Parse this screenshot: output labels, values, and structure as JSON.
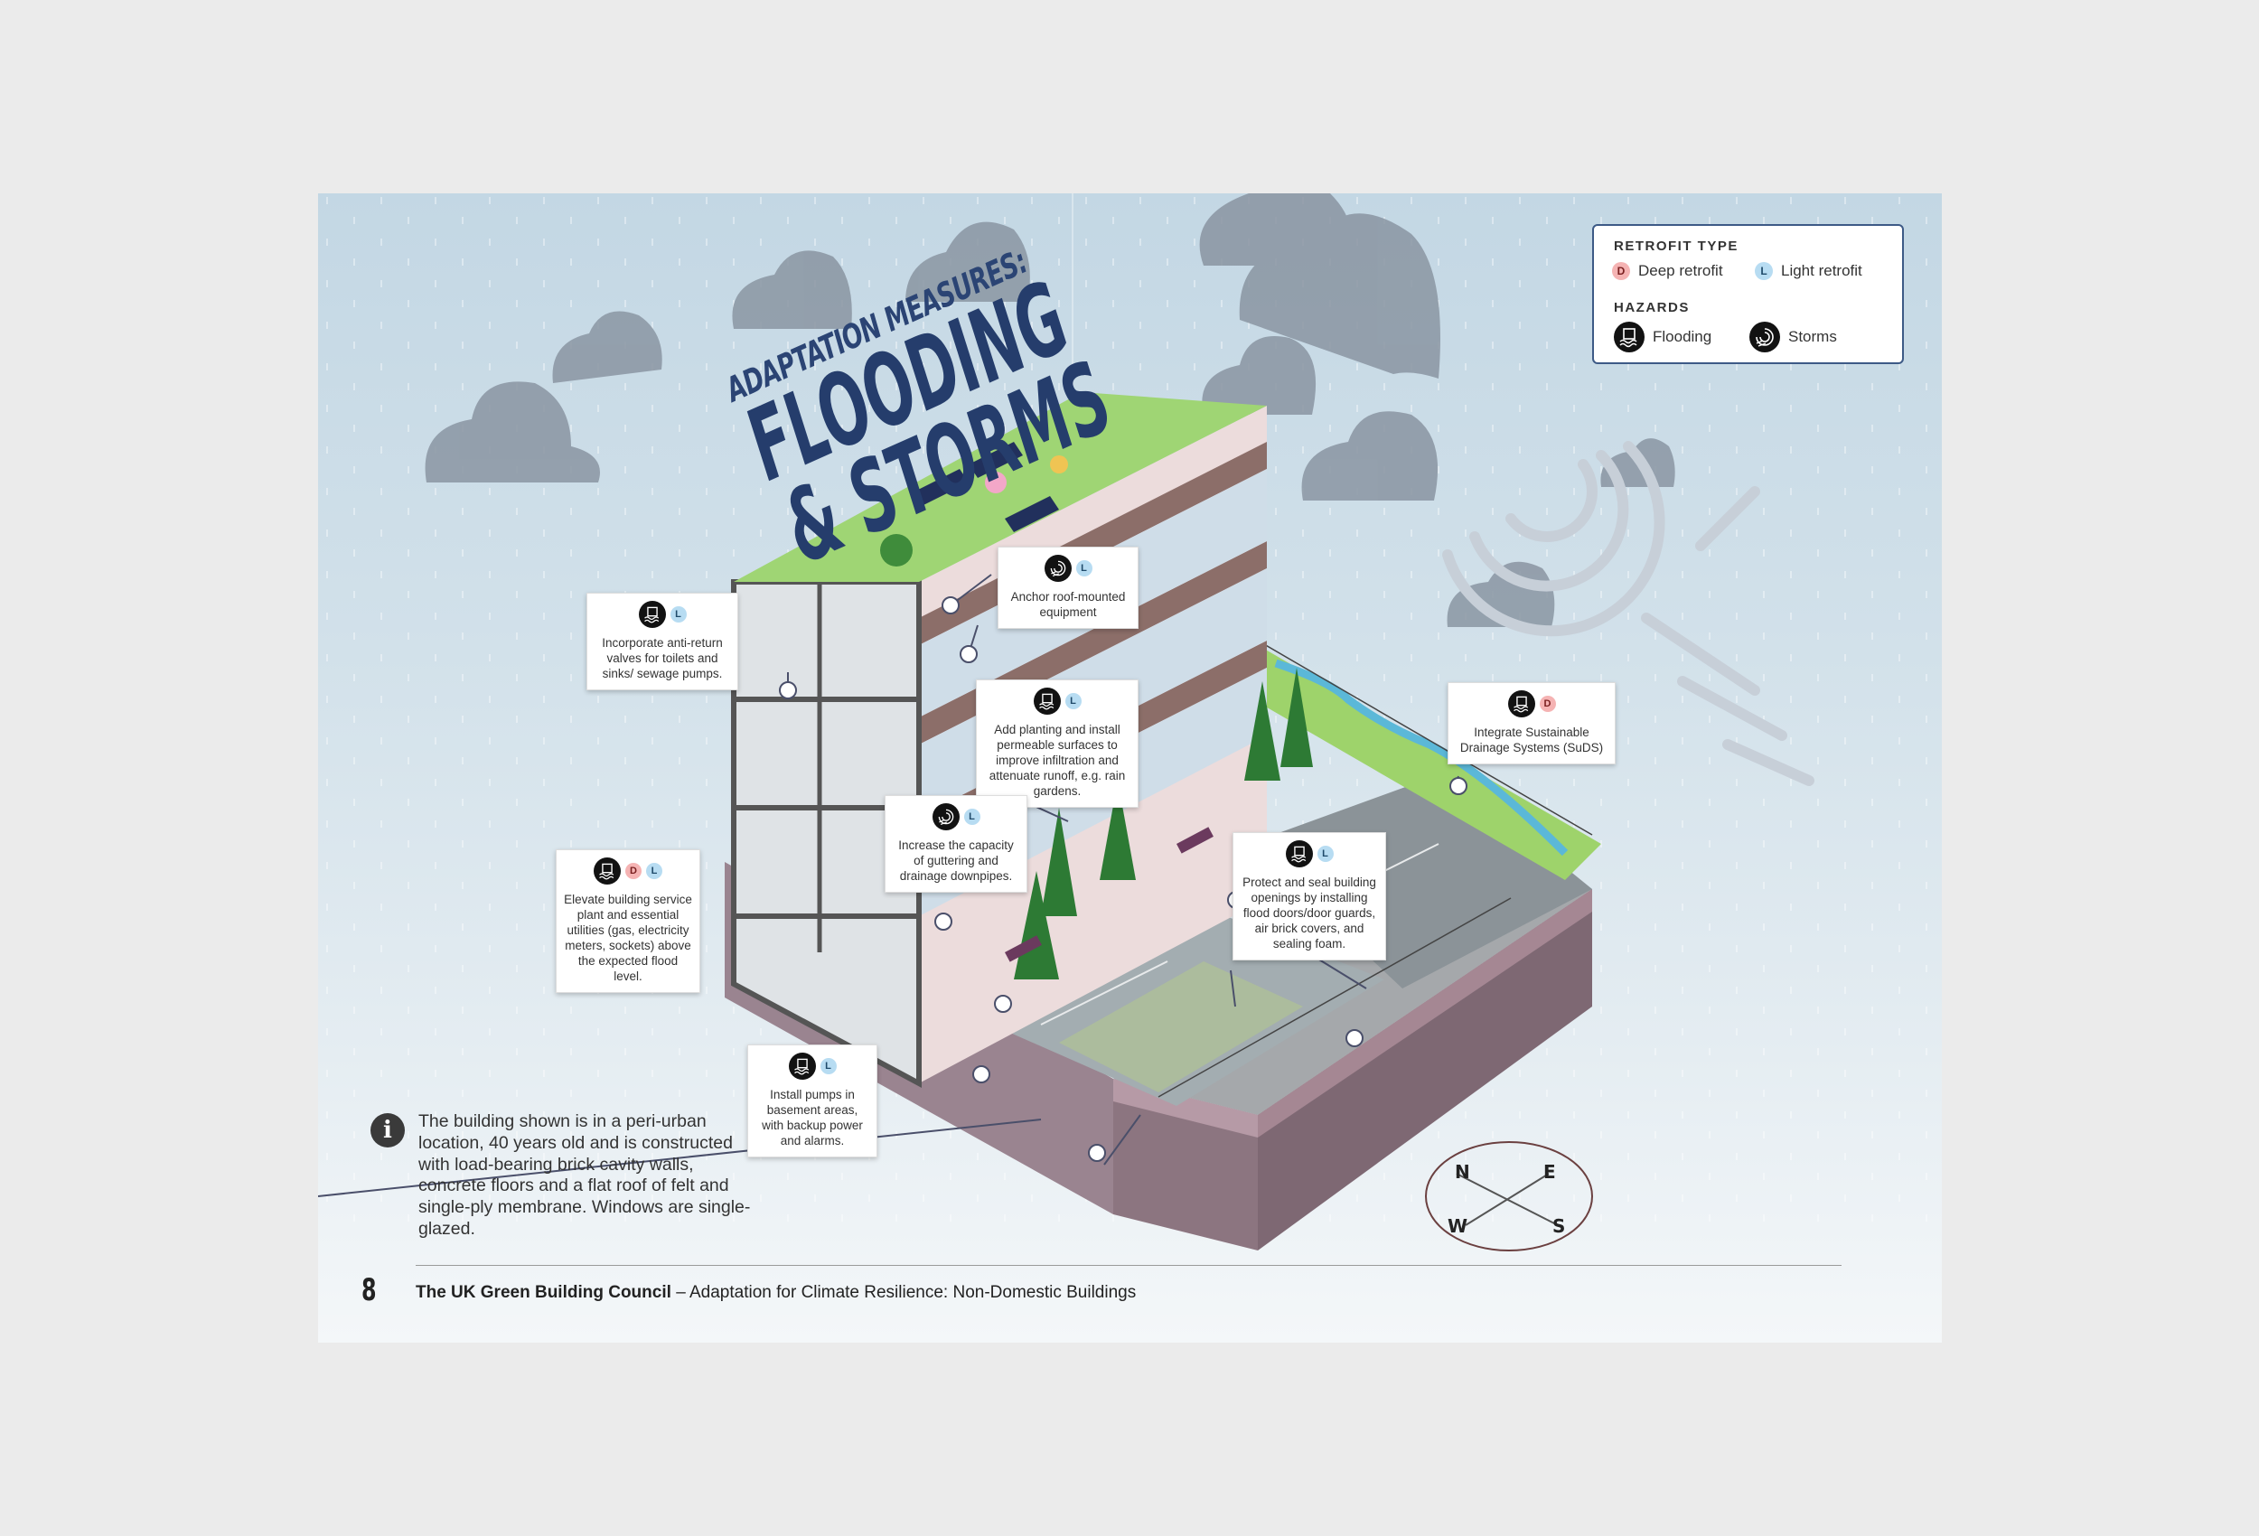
{
  "title": {
    "small": "ADAPTATION MEASURES:",
    "line1": "FLOODING",
    "line2": "& STORMS"
  },
  "legend": {
    "retrofit_heading": "RETROFIT TYPE",
    "deep_badge": "D",
    "deep_label": "Deep retrofit",
    "light_badge": "L",
    "light_label": "Light retrofit",
    "hazards_heading": "HAZARDS",
    "flooding_icon": "flooding-icon",
    "flooding_label": "Flooding",
    "storms_icon": "storms-icon",
    "storms_label": "Storms"
  },
  "callouts": {
    "anti_return": {
      "badge1": "L",
      "text": "Incorporate anti-return valves for toilets and sinks/ sewage pumps."
    },
    "anchor": {
      "badge1": "L",
      "text": "Anchor roof-mounted equipment"
    },
    "planting": {
      "badge1": "L",
      "text": "Add planting and install permeable surfaces to improve infiltration and attenuate runoff, e.g. rain gardens."
    },
    "guttering": {
      "badge1": "L",
      "text": "Increase the capacity of guttering and drainage downpipes."
    },
    "elevate": {
      "badge1": "D",
      "badge2": "L",
      "text": "Elevate building service plant and essential utilities (gas, electricity meters, sockets) above the expected flood level."
    },
    "pumps": {
      "badge1": "L",
      "text": "Install pumps in basement areas, with backup power and alarms."
    },
    "protect": {
      "badge1": "L",
      "text": "Protect and seal building openings by installing flood doors/door guards, air brick covers, and sealing foam."
    },
    "suds": {
      "badge1": "D",
      "text": "Integrate Sustainable Drainage Systems (SuDS)"
    }
  },
  "info": {
    "icon": "i",
    "text": "The building shown is in a peri-urban location, 40 years old and is constructed with load-bearing brick cavity walls, concrete floors and a flat roof of felt and single-ply membrane. Windows are single-glazed."
  },
  "compass": {
    "n": "N",
    "e": "E",
    "s": "S",
    "w": "W"
  },
  "footer": {
    "page_number": "8",
    "org": "The UK Green Building Council",
    "separator": "–",
    "doc_title": "Adaptation for Climate Resilience: Non-Domestic Buildings"
  },
  "colors": {
    "title": "#253d6c",
    "legend_border": "#3d5a86",
    "deep_badge": "#f5b3b3",
    "light_badge": "#b7dcf2",
    "roof_green": "#8fd16a",
    "soil": "#9a7f8c"
  }
}
